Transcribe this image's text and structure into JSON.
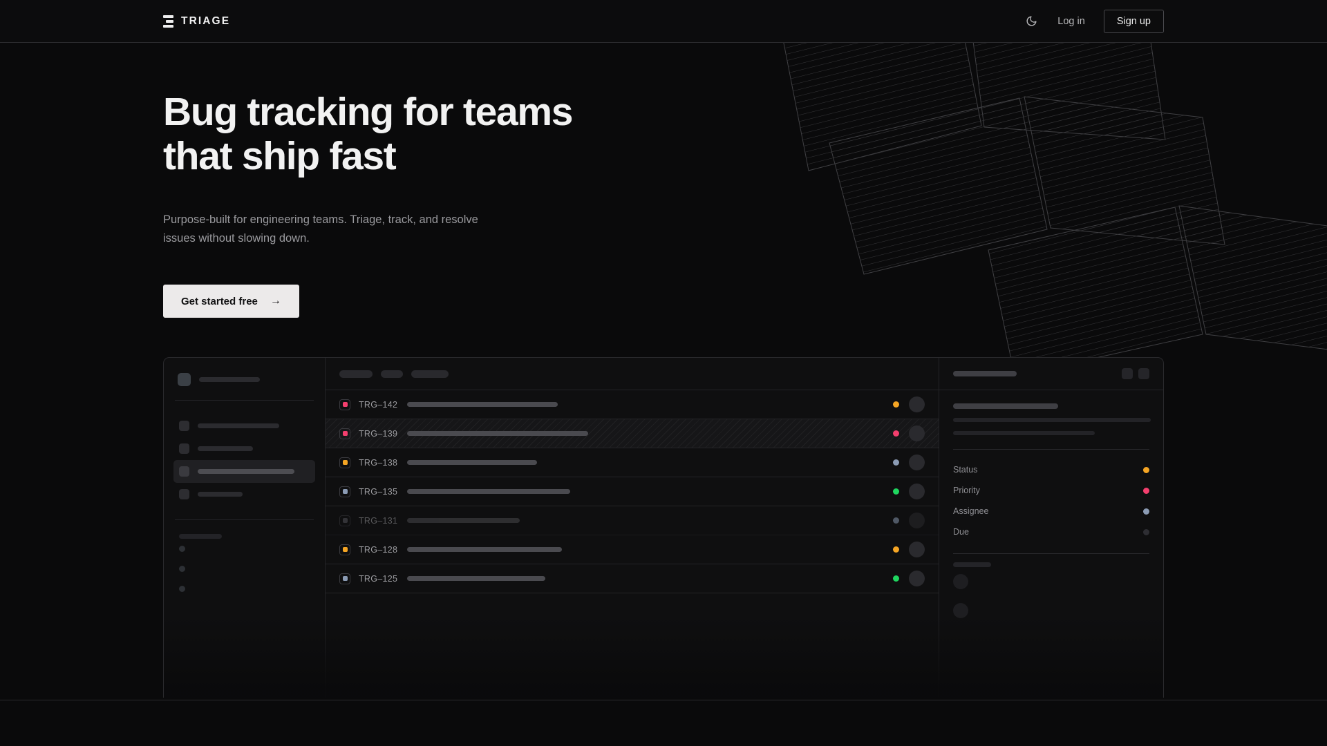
{
  "header": {
    "brand": "TRIAGE",
    "brand_icon": "stacked-bars-logo-icon",
    "theme_toggle_icon": "moon-icon",
    "login_label": "Log in",
    "signup_label": "Sign up"
  },
  "hero": {
    "title_line1": "Bug tracking for teams",
    "title_line2": "that ship fast",
    "subtitle": "Purpose-built for engineering teams. Triage, track, and resolve issues without slowing down.",
    "cta_label": "Get started free",
    "cta_arrow": "→"
  },
  "mockup": {
    "sidebar": {
      "logo_placeholder_width": 88,
      "nav_items": [
        {
          "active": false,
          "width": 118
        },
        {
          "active": false,
          "width": 80
        },
        {
          "active": true,
          "width": 140
        },
        {
          "active": false,
          "width": 65
        }
      ],
      "mini_items": 3
    },
    "toolbar": {
      "chips": [
        48,
        32,
        54
      ]
    },
    "rows": [
      {
        "id": "TRG–142",
        "badge_color": "#f43f6e",
        "title_width": 218,
        "status_color": "#f5a524",
        "striped": false,
        "dim": false
      },
      {
        "id": "TRG–139",
        "badge_color": "#f43f6e",
        "title_width": 262,
        "status_color": "#f43f6e",
        "striped": true,
        "dim": false
      },
      {
        "id": "TRG–138",
        "badge_color": "#f5a524",
        "title_width": 188,
        "status_color": "#8b9bb4",
        "striped": false,
        "dim": false
      },
      {
        "id": "TRG–135",
        "badge_color": "#8b9bb4",
        "title_width": 236,
        "status_color": "#1fd65f",
        "striped": false,
        "dim": false
      },
      {
        "id": "TRG–131",
        "badge_color": "#55555c",
        "title_width": 163,
        "status_color": "#8b9bb4",
        "striped": false,
        "dim": true
      },
      {
        "id": "TRG–128",
        "badge_color": "#f5a524",
        "title_width": 224,
        "status_color": "#f5a524",
        "striped": false,
        "dim": false
      },
      {
        "id": "TRG–125",
        "badge_color": "#8b9bb4",
        "title_width": 200,
        "status_color": "#1fd65f",
        "striped": false,
        "dim": false
      }
    ],
    "detail": {
      "header_icons": 2,
      "desc_lines": [
        286,
        205
      ],
      "meta": [
        {
          "label": "Status",
          "color": "#f5a524"
        },
        {
          "label": "Priority",
          "color": "#f43f6e"
        },
        {
          "label": "Assignee",
          "color": "#8b9bb4"
        },
        {
          "label": "Due",
          "color": "#2e2e33"
        }
      ],
      "comments": 2
    }
  },
  "colors": {
    "page_bg": "#0a0a0b",
    "panel_bg": "#0f0f10",
    "border": "#2a2a2d",
    "accent_orange": "#f5a524",
    "accent_pink": "#f43f6e",
    "accent_green": "#1fd65f",
    "accent_blue_grey": "#8b9bb4",
    "cta_bg": "#eceaea",
    "text_primary": "#f2f2f2",
    "text_muted": "#9a9a9e"
  }
}
